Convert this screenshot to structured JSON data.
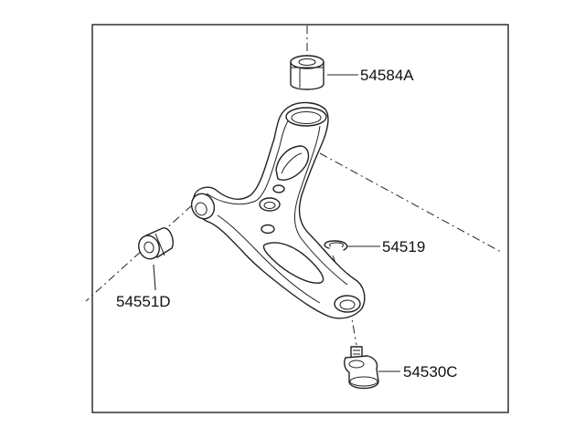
{
  "diagram": {
    "parts": [
      {
        "number": "54584A",
        "name": "upper-bushing"
      },
      {
        "number": "54519",
        "name": "snap-ring"
      },
      {
        "number": "54551D",
        "name": "front-bushing"
      },
      {
        "number": "54530C",
        "name": "ball-joint"
      }
    ]
  }
}
